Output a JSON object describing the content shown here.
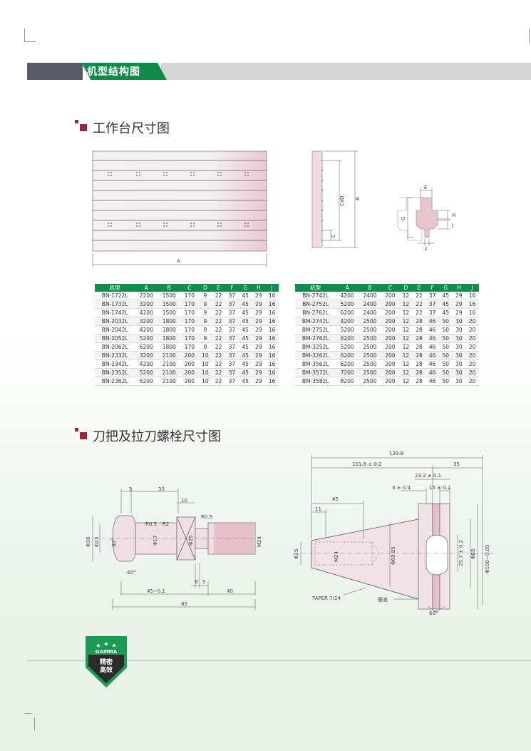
{
  "header": {
    "title": "机型结构图"
  },
  "sections": {
    "table_dims": "工作台尺寸图",
    "tool_dims": "刀把及拉刀螺栓尺寸图"
  },
  "worktable_drawing": {
    "label_A": "A",
    "label_B": "B",
    "label_CxD": "CxD",
    "label_C": "C",
    "label_E": "E",
    "label_F": "F",
    "label_G": "G",
    "label_H": "H",
    "label_J": "J"
  },
  "table_left": {
    "headers": [
      "机型",
      "A",
      "B",
      "C",
      "D",
      "E",
      "F",
      "G",
      "H",
      "J"
    ],
    "rows": [
      [
        "BN-1722L",
        "2200",
        "1500",
        "170",
        "9",
        "22",
        "37",
        "45",
        "29",
        "16"
      ],
      [
        "BN-1732L",
        "3200",
        "1500",
        "170",
        "9",
        "22",
        "37",
        "45",
        "29",
        "16"
      ],
      [
        "BN-1742L",
        "4200",
        "1500",
        "170",
        "9",
        "22",
        "37",
        "45",
        "29",
        "16"
      ],
      [
        "BN-2032L",
        "3200",
        "1800",
        "170",
        "9",
        "22",
        "37",
        "45",
        "29",
        "16"
      ],
      [
        "BN-2042L",
        "4200",
        "1800",
        "170",
        "9",
        "22",
        "37",
        "45",
        "29",
        "16"
      ],
      [
        "BN-2052L",
        "5200",
        "1800",
        "170",
        "9",
        "22",
        "37",
        "45",
        "29",
        "16"
      ],
      [
        "BN-2062L",
        "6200",
        "1800",
        "170",
        "9",
        "22",
        "37",
        "45",
        "29",
        "16"
      ],
      [
        "BN-2332L",
        "3200",
        "2100",
        "200",
        "10",
        "22",
        "37",
        "45",
        "29",
        "16"
      ],
      [
        "BN-2342L",
        "4200",
        "2100",
        "200",
        "10",
        "22",
        "37",
        "45",
        "29",
        "16"
      ],
      [
        "BN-2352L",
        "5200",
        "2100",
        "200",
        "10",
        "22",
        "37",
        "45",
        "29",
        "16"
      ],
      [
        "BN-2362L",
        "6200",
        "2100",
        "200",
        "10",
        "22",
        "37",
        "45",
        "29",
        "16"
      ]
    ]
  },
  "table_right": {
    "headers": [
      "机型",
      "A",
      "B",
      "C",
      "D",
      "E",
      "F",
      "G",
      "H",
      "J"
    ],
    "rows": [
      [
        "BN-2742L",
        "4200",
        "2400",
        "200",
        "12",
        "22",
        "37",
        "45",
        "29",
        "16"
      ],
      [
        "BN-2752L",
        "5200",
        "2400",
        "200",
        "12",
        "22",
        "37",
        "45",
        "29",
        "16"
      ],
      [
        "BN-2762L",
        "6200",
        "2400",
        "200",
        "12",
        "22",
        "37",
        "45",
        "29",
        "16"
      ],
      [
        "BM-2742L",
        "4200",
        "2500",
        "200",
        "12",
        "28",
        "46",
        "50",
        "30",
        "20"
      ],
      [
        "BM-2752L",
        "5200",
        "2500",
        "200",
        "12",
        "28",
        "46",
        "50",
        "30",
        "20"
      ],
      [
        "BM-2762L",
        "6200",
        "2500",
        "200",
        "12",
        "28",
        "46",
        "50",
        "30",
        "20"
      ],
      [
        "BM-3252L",
        "5200",
        "2500",
        "200",
        "12",
        "28",
        "46",
        "50",
        "30",
        "20"
      ],
      [
        "BM-3262L",
        "6200",
        "2500",
        "200",
        "12",
        "28",
        "46",
        "50",
        "30",
        "20"
      ],
      [
        "BM-3562L",
        "6200",
        "2500",
        "200",
        "12",
        "28",
        "46",
        "50",
        "30",
        "20"
      ],
      [
        "BM-3572L",
        "7200",
        "2500",
        "200",
        "12",
        "28",
        "46",
        "50",
        "30",
        "20"
      ],
      [
        "BM-3582L",
        "8200",
        "2500",
        "200",
        "12",
        "28",
        "46",
        "50",
        "30",
        "20"
      ]
    ]
  },
  "bolt_drawing": {
    "d5": "5",
    "d35": "35",
    "d10": "10",
    "r05a": "R0.5",
    "r05b": "R0.5",
    "r2": "R2",
    "phi38": "Φ38",
    "phi23": "Φ23",
    "deg60": "60°",
    "deg45": "45°",
    "phi17": "Φ17",
    "phi25": "Φ25",
    "m24": "M24",
    "d8": "8",
    "d5b": "5",
    "d45": "45−0.1",
    "d40": "40",
    "d85": "85"
  },
  "holder_drawing": {
    "d1398": "139.8",
    "d1018": "101.8 ± 0.2",
    "d35": "35",
    "d232": "23.2 ± 0.1",
    "d45": "45",
    "d3": "3 ± 0.4",
    "d15": "15 ± 0.1",
    "d11": "11",
    "phi25": "Φ25",
    "m24": "M24",
    "phi6985": "Φ69.85",
    "d257": "25.7 ± 0.2",
    "phi85": "Φ85",
    "phi100": "Φ100−0.05",
    "taper": "TAPER 7/24",
    "base": "基准",
    "deg60": "60°"
  },
  "badge": {
    "brand": "GAMMA",
    "line1": "精密",
    "line2": "高效"
  }
}
